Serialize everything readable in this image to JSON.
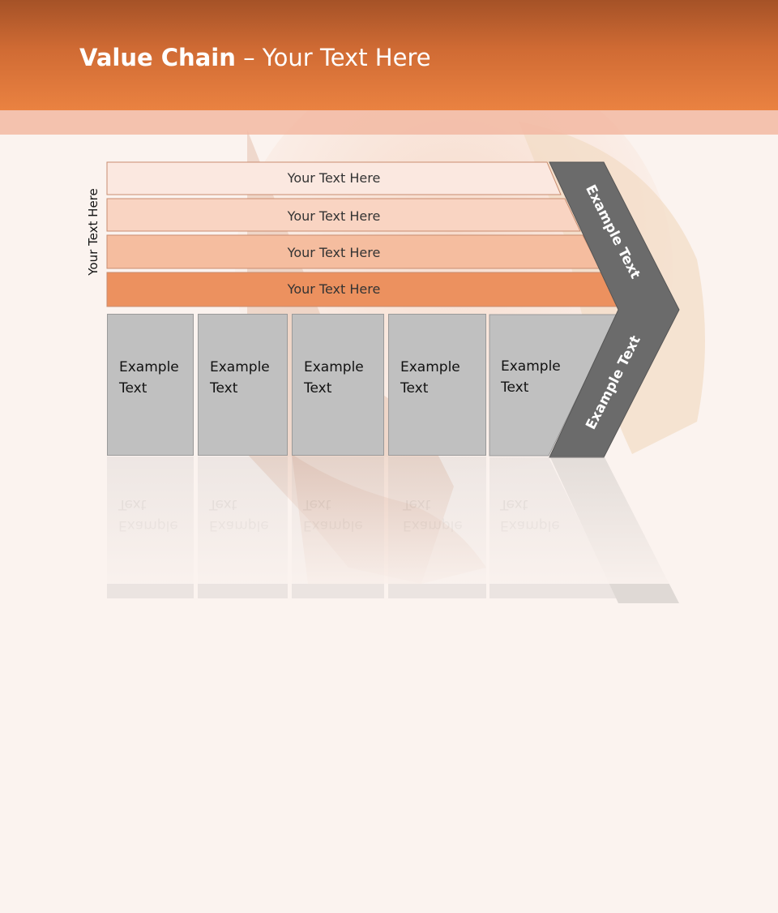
{
  "slide": {
    "title_bold": "Value Chain",
    "title_rest": " – Your Text Here",
    "side_label": "Your Text Here"
  },
  "strips": [
    {
      "label": "Your Text Here",
      "color": "#fbe8e0"
    },
    {
      "label": "Your Text Here",
      "color": "#f9d4c2"
    },
    {
      "label": "Your Text Here",
      "color": "#f5bd9f"
    },
    {
      "label": "Your Text Here",
      "color": "#ec915f"
    }
  ],
  "boxes": [
    {
      "line1": "Example",
      "line2": "Text"
    },
    {
      "line1": "Example",
      "line2": "Text"
    },
    {
      "line1": "Example",
      "line2": "Text"
    },
    {
      "line1": "Example",
      "line2": "Text"
    },
    {
      "line1": "Example",
      "line2": "Text"
    }
  ],
  "chevron": {
    "upper_label": "Example Text",
    "lower_label": "Example Text",
    "color": "#6b6b6b"
  },
  "colors": {
    "title_bar": "#e07638",
    "box_fill": "#c0c0c0"
  }
}
